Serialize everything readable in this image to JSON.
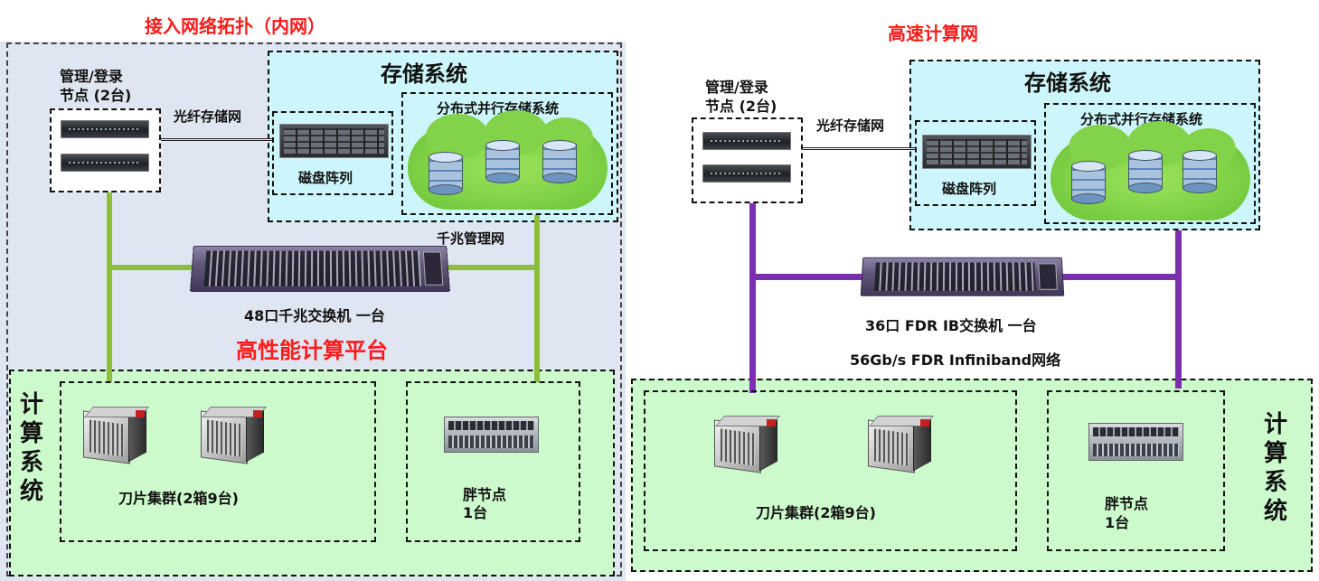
{
  "left": {
    "title": "接入网络拓扑（内网）",
    "mgmt_label_1": "管理/登录",
    "mgmt_label_2": "节点 (2台)",
    "fiber_label": "光纤存储网",
    "storage_title": "存储系统",
    "dist_storage_label": "分布式并行存储系统",
    "disk_array_label": "磁盘阵列",
    "network_label": "千兆管理网",
    "switch_label": "48口千兆交换机 一台",
    "platform_title": "高性能计算平台",
    "compute_title": "计算系统",
    "blade_label": "刀片集群(2箱9台)",
    "fat_node_label_1": "胖节点",
    "fat_node_label_2": "1台",
    "line_color": "#8dbd3a"
  },
  "right": {
    "title": "高速计算网",
    "mgmt_label_1": "管理/登录",
    "mgmt_label_2": "节点 (2台)",
    "fiber_label": "光纤存储网",
    "storage_title": "存储系统",
    "dist_storage_label": "分布式并行存储系统",
    "disk_array_label": "磁盘阵列",
    "switch_label": "36口 FDR IB交换机 一台",
    "network_label": "56Gb/s FDR Infiniband网络",
    "compute_title": "计算系统",
    "blade_label": "刀片集群(2箱9台)",
    "fat_node_label_1": "胖节点",
    "fat_node_label_2": "1台",
    "line_color": "#7b2fb0"
  },
  "colors": {
    "left_panel_bg": "#dde3f0",
    "storage_bg": "#ccf6fb",
    "compute_bg": "#ccfacc",
    "title_red": "#ff1a1a"
  }
}
